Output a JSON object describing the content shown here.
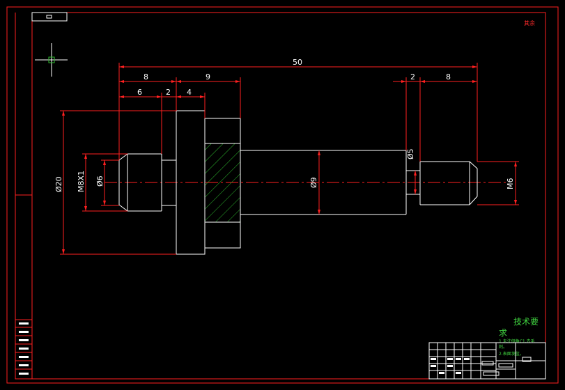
{
  "drawing": {
    "top_right_mark": "其余",
    "dimensions": {
      "overall_length": "50",
      "left_8": "8",
      "left_9": "9",
      "left_6": "6",
      "left_2": "2",
      "left_4": "4",
      "right_2": "2",
      "right_8": "8",
      "dia_20": "Ø20",
      "thread_m8": "M8X1",
      "dia_6": "Ø6",
      "dia_9": "Ø9",
      "dia_5": "Ø5",
      "thread_m6": "M6"
    },
    "tech_requirements": {
      "title_line1": "技术要",
      "title_line2": "求",
      "note1": "1.未注倒角C1,去毛",
      "note1_cont": "刺。",
      "note2": "2.表面发蓝。"
    }
  },
  "colors": {
    "border": "#ff2020",
    "part_outline": "#ffffff",
    "dimension_lines": "#ff2020",
    "hatch": "#2fbf2f",
    "text_green": "#3fd13f"
  }
}
